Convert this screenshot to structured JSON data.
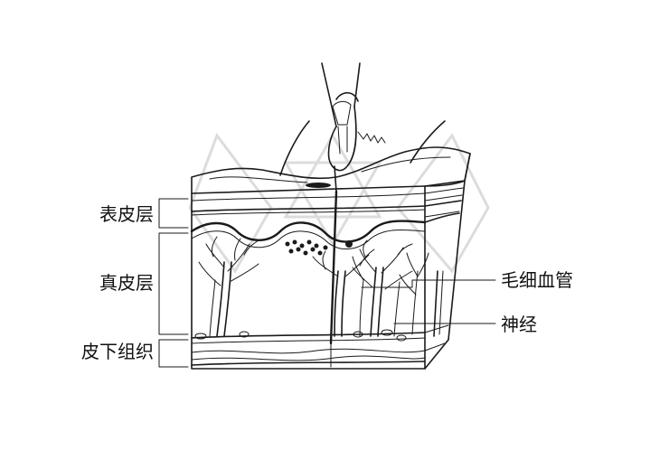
{
  "labels": {
    "epidermis": "表皮层",
    "dermis": "真皮层",
    "subcutaneous": "皮下组织",
    "capillary": "毛细血管",
    "nerve": "神经"
  },
  "colors": {
    "ink": "#1a1a1a",
    "background": "#ffffff",
    "watermark": "#d9d9d9"
  }
}
